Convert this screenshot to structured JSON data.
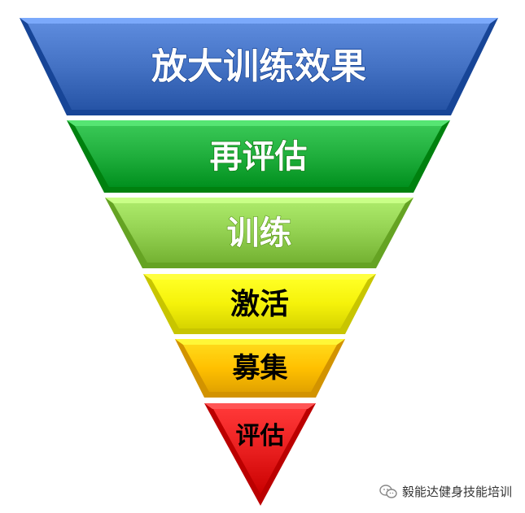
{
  "diagram": {
    "layers": [
      {
        "label": "放大训练效果",
        "color": "#4472c4",
        "text_color": "#ffffff"
      },
      {
        "label": "再评估",
        "color": "#1fae3c",
        "text_color": "#ffffff"
      },
      {
        "label": "训练",
        "color": "#92d050",
        "text_color": "#ffffff"
      },
      {
        "label": "激活",
        "color": "#f5f20a",
        "text_color": "#000000"
      },
      {
        "label": "募集",
        "color": "#ffc000",
        "text_color": "#000000"
      },
      {
        "label": "评估",
        "color": "#e81e1e",
        "text_color": "#000000"
      }
    ]
  },
  "watermark": {
    "icon": "wechat-icon",
    "text": "毅能达健身技能培训"
  }
}
